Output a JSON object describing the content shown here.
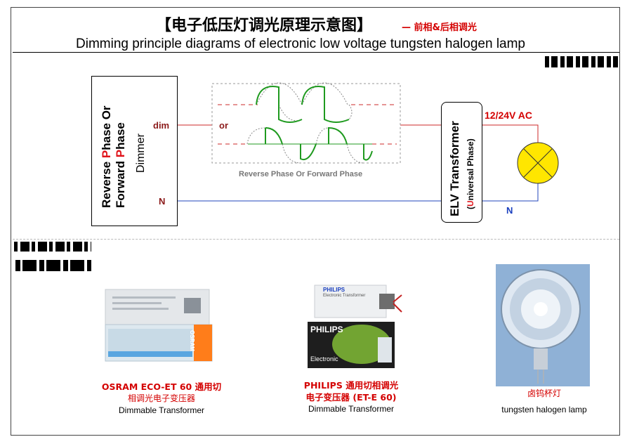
{
  "header": {
    "title_cn": "【电子低压灯调光原理示意图】",
    "title_sub": "— 前相&后相调光",
    "title_en": "Dimming principle diagrams of electronic low voltage tungsten halogen lamp"
  },
  "diagram": {
    "dimmer": {
      "line1_pre": "Reverse ",
      "line1_p": "P",
      "line1_post": "hase Or",
      "line2_pre": "Forward ",
      "line2_p": "P",
      "line2_post": "hase",
      "line3": "Dimmer",
      "dim_label": "dim",
      "n_label": "N"
    },
    "or_label": "or",
    "wave_caption": "Reverse Phase Or Forward Phase",
    "transformer": {
      "title": "ELV Transformer",
      "sub_open": "(",
      "sub_u": "U",
      "sub_rest": "niversal Phase)"
    },
    "supply_label": "12/24V AC",
    "n_label_2": "N",
    "colors": {
      "live_wire": "#cc2a2a",
      "neutral_wire": "#2244bb",
      "waveform": "#1f9a1f",
      "lamp_fill": "#ffe600",
      "red_text": "#d40000"
    }
  },
  "products": [
    {
      "title": "OSRAM  ECO-ET 60 通用切",
      "title2": "相调光电子变压器",
      "subtitle": "Dimmable Transformer"
    },
    {
      "title": "PHILIPS 通用切相调光",
      "title2": "电子变压器 (ET-E 60)",
      "subtitle": "Dimmable Transformer"
    },
    {
      "title": "卤钨杯灯",
      "title2": "",
      "subtitle": "tungsten halogen lamp"
    }
  ],
  "photo_labels": {
    "osram_brand": "OSRAM",
    "philips_brand": "PHILIPS",
    "philips_sub": "Electronic",
    "philips_small": "Electronic Transformer"
  }
}
